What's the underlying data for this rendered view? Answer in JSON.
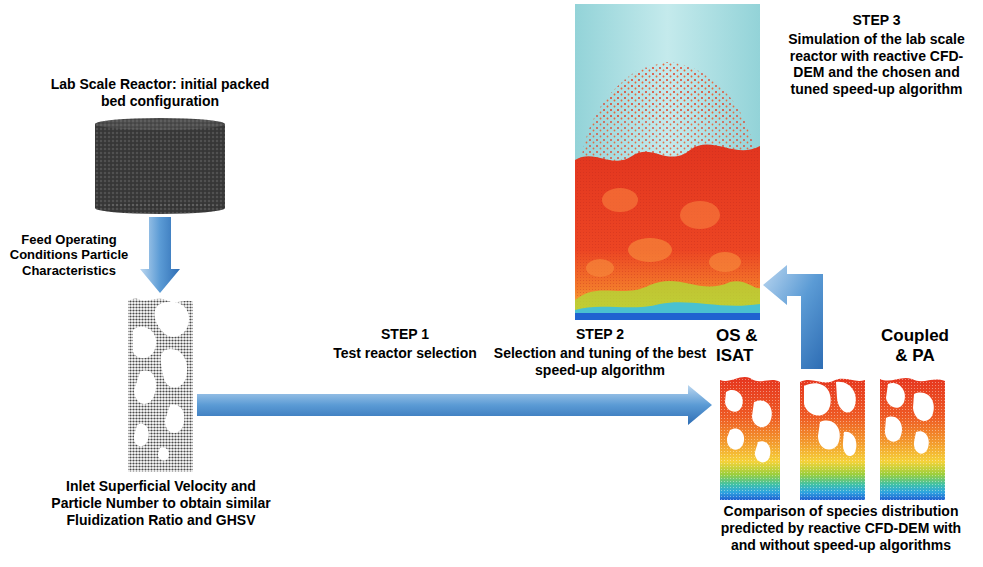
{
  "diagram": {
    "nodes": [
      {
        "text": [
          "Lab Scale Reactor: initial packed bed configuration"
        ]
      },
      {
        "text": [
          "Inlet Superficial Velocity and Particle Number to obtain similar Fluidization Ratio and GHSV"
        ]
      },
      {
        "text": [
          "OS & ISAT",
          "Coupled & PA",
          "Comparison of species distribution predicted by reactive CFD-DEM with and without speed-up algorithms"
        ]
      },
      {
        "text": [
          "STEP 3",
          "Simulation of the lab scale reactor with reactive CFD-DEM and the chosen and tuned speed-up algorithm"
        ]
      }
    ],
    "edges": [
      {
        "from": 0,
        "to": 1,
        "arrow": "to",
        "label": "Feed Operating Conditions Particle Characteristics"
      },
      {
        "from": 1,
        "to": 2,
        "arrow": "to"
      },
      {
        "from": 2,
        "to": 3,
        "arrow": "to"
      }
    ],
    "labels": [
      "STEP 1",
      "Test reactor selection",
      "STEP 2",
      "Selection and tuning of the best speed-up algorithm"
    ]
  }
}
